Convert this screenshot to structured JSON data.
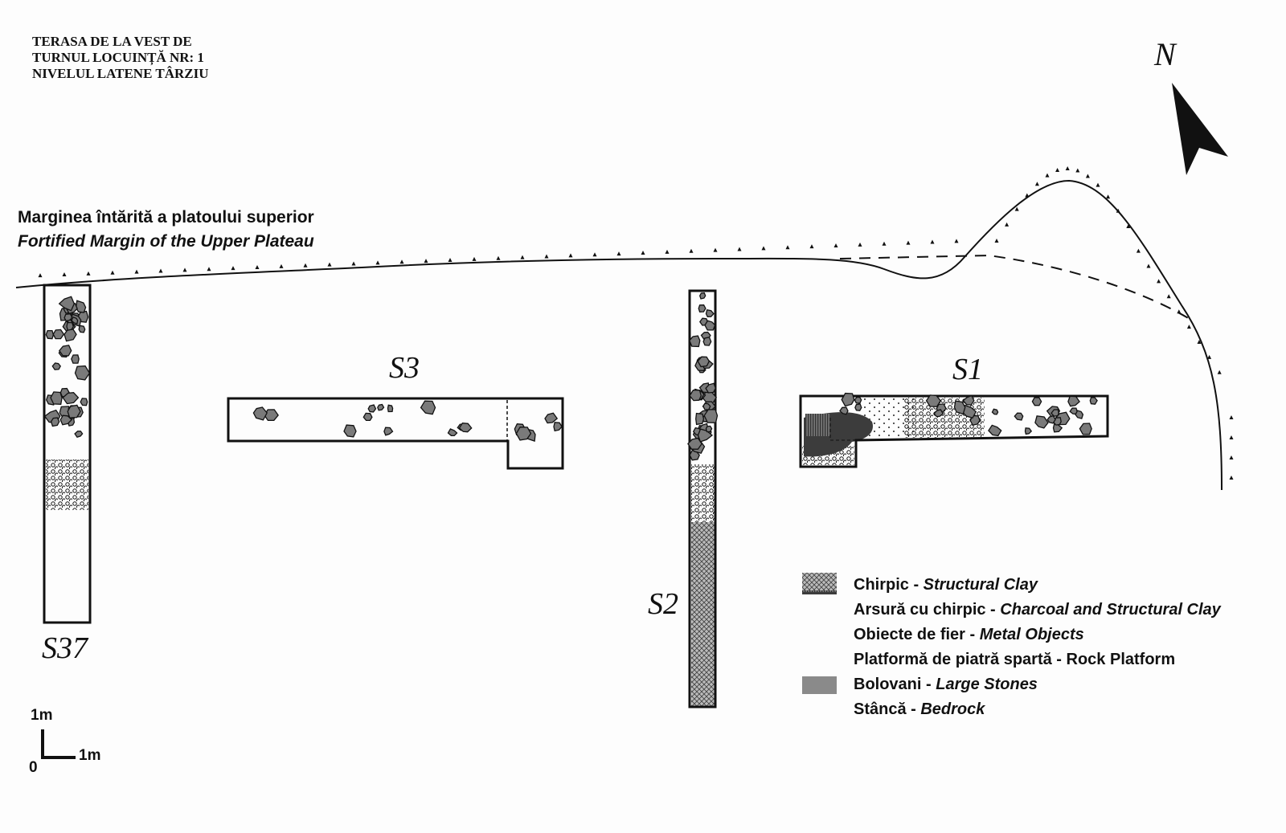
{
  "title": {
    "line1": "TERASA DE LA VEST DE",
    "line2": "TURNUL LOCUINȚĂ NR: 1",
    "line3": "NIVELUL LATENE TÂRZIU"
  },
  "north_label": "N",
  "margin": {
    "ro": "Marginea întărită a platoului superior",
    "en": "Fortified Margin of the Upper Plateau"
  },
  "trenches": {
    "s37": "S37",
    "s3": "S3",
    "s2": "S2",
    "s1": "S1"
  },
  "legend": [
    {
      "ro": "Chirpic - ",
      "en": "Structural Clay",
      "pattern": "solid-dark"
    },
    {
      "ro": "Arsură cu chirpic - ",
      "en": "Charcoal and Structural Clay",
      "pattern": "dots"
    },
    {
      "ro": "Obiecte de fier - ",
      "en": "Metal Objects",
      "pattern": "vertical-lines"
    },
    {
      "ro": "Platformă de piatră spartă - Rock Platform",
      "en": "",
      "pattern": "circles"
    },
    {
      "ro": "Bolovani - ",
      "en": "Large Stones",
      "pattern": "solid-grey"
    },
    {
      "ro": "Stâncă - ",
      "en": "Bedrock",
      "pattern": "crosshatch"
    }
  ],
  "scale": {
    "vertical": "1m",
    "horizontal": "1m",
    "origin": "0"
  },
  "colors": {
    "ink": "#111111",
    "clay": "#3c3c3c",
    "stone": "#7a7a7a",
    "bg": "#fdfdfd"
  }
}
